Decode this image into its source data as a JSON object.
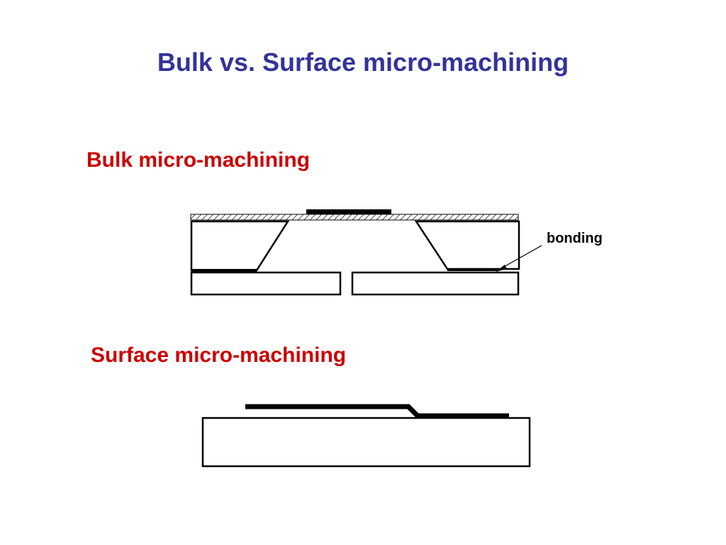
{
  "slide": {
    "title": "Bulk vs. Surface micro-machining"
  },
  "sections": {
    "bulk": {
      "heading": "Bulk micro-machining",
      "callout_label": "bonding"
    },
    "surface": {
      "heading": "Surface micro-machining"
    }
  },
  "colors": {
    "title": "#333399",
    "heading": "#cc0000",
    "line": "#000000",
    "background": "#ffffff"
  }
}
